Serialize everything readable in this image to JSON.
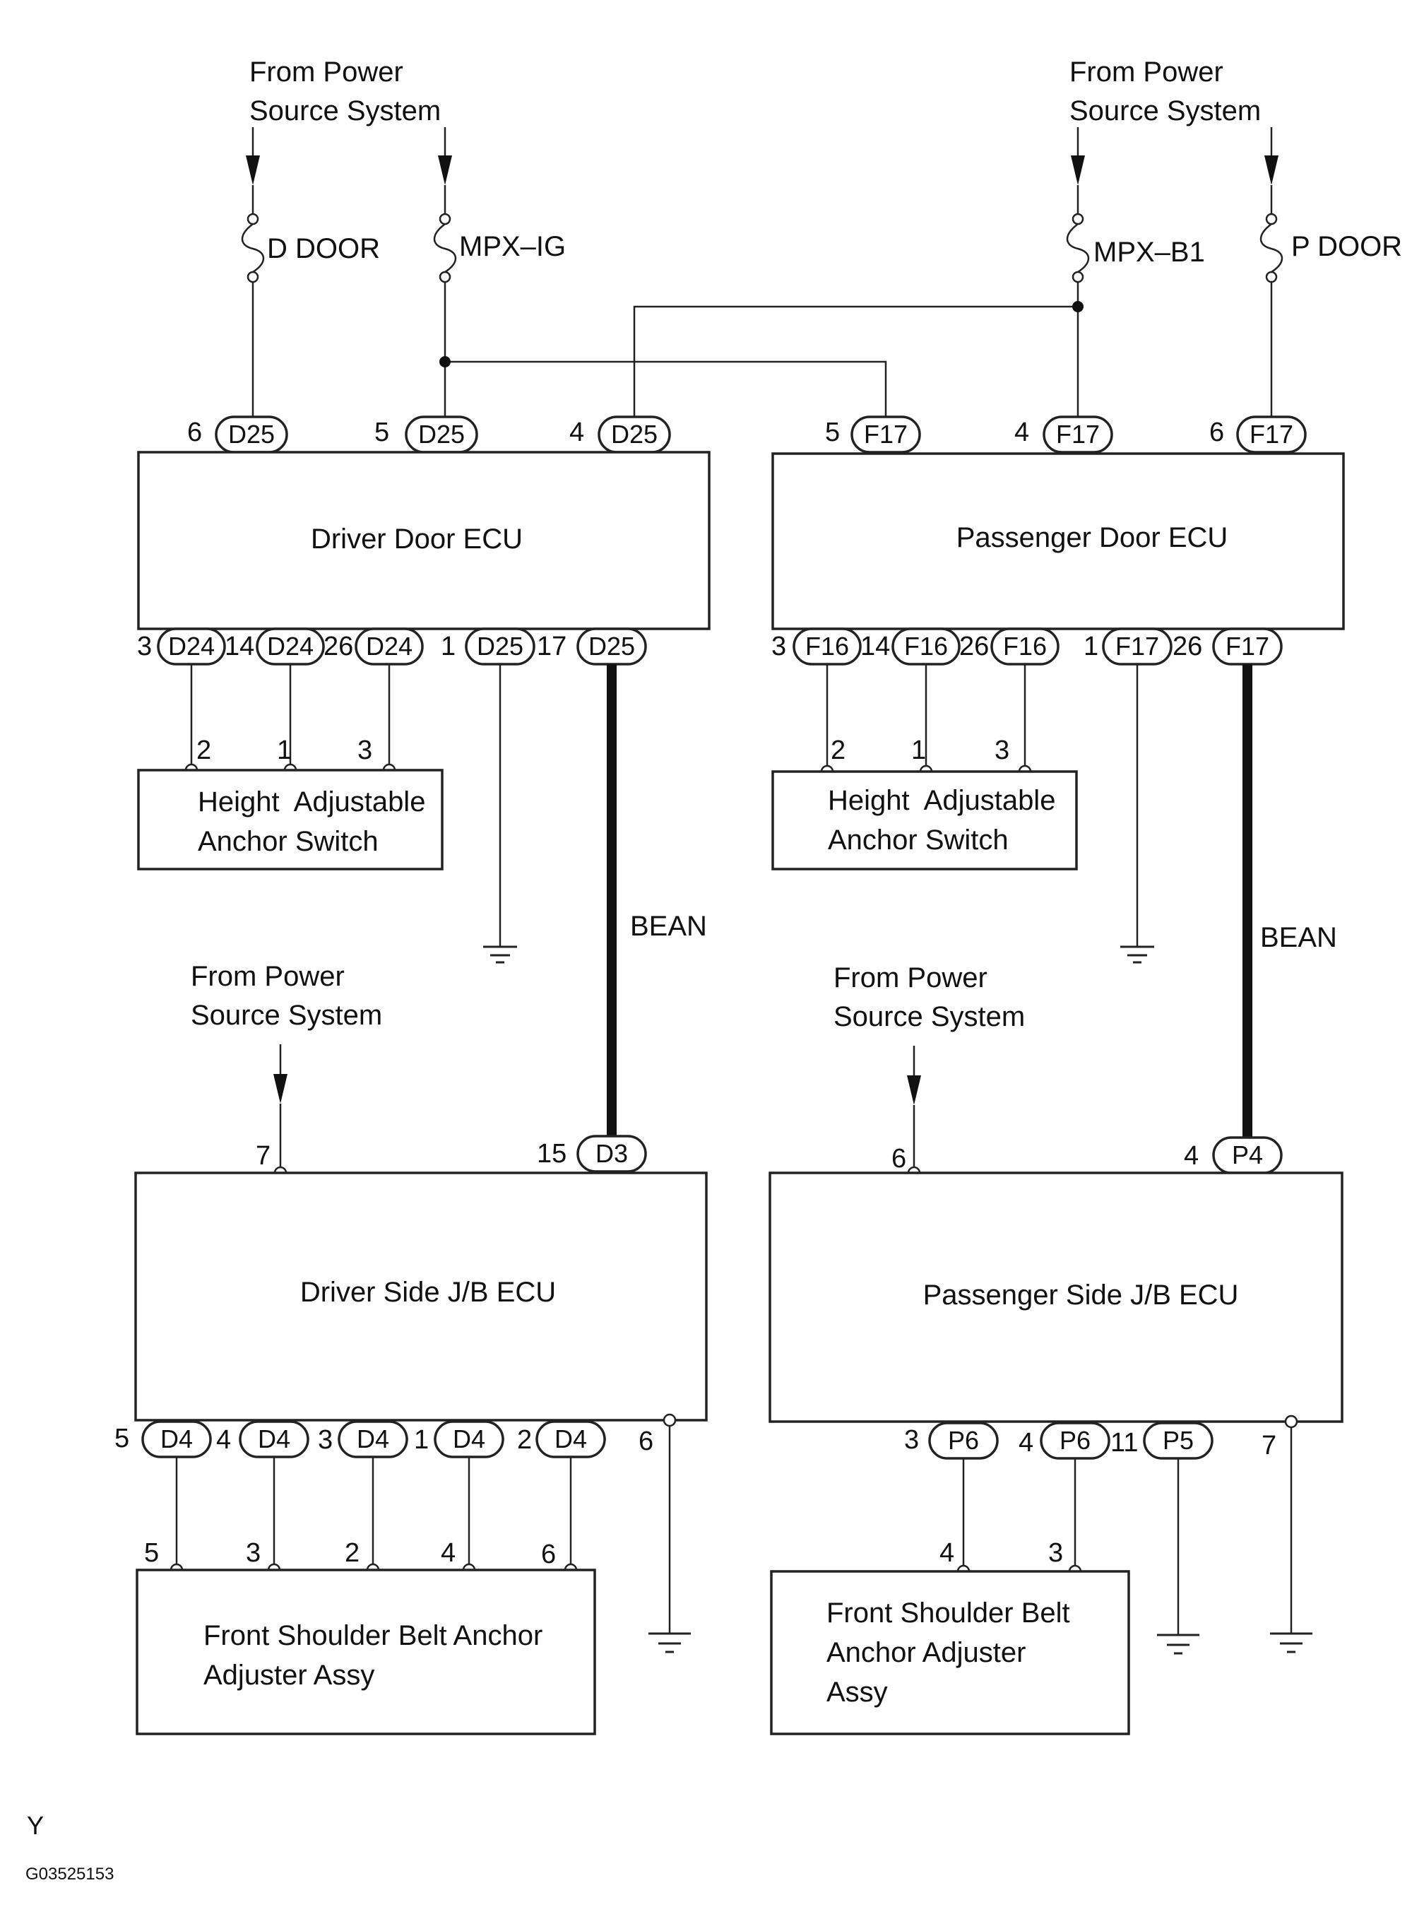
{
  "sources": {
    "top_left": [
      "From Power",
      "Source System"
    ],
    "top_right": [
      "From Power",
      "Source System"
    ],
    "mid_left": [
      "From Power",
      "Source System"
    ],
    "mid_right": [
      "From Power",
      "Source System"
    ]
  },
  "fuses": {
    "d_door": "D DOOR",
    "mpx_ig": "MPX–IG",
    "mpx_b1": "MPX–B1",
    "p_door": "P DOOR"
  },
  "boxes": {
    "driver_door_ecu": "Driver Door ECU",
    "passenger_door_ecu": "Passenger Door ECU",
    "height_switch_left": [
      "Height  Adjustable",
      "Anchor Switch"
    ],
    "height_switch_right": [
      "Height  Adjustable",
      "Anchor Switch"
    ],
    "driver_jb_ecu": "Driver Side J/B ECU",
    "passenger_jb_ecu": "Passenger Side J/B ECU",
    "belt_adjuster_left": [
      "Front Shoulder Belt Anchor",
      "Adjuster Assy"
    ],
    "belt_adjuster_right": [
      "Front Shoulder Belt",
      "Anchor Adjuster",
      "Assy"
    ]
  },
  "connectors_top": {
    "d25_a": {
      "pin": "6",
      "name": "D25"
    },
    "d25_b": {
      "pin": "5",
      "name": "D25"
    },
    "d25_c": {
      "pin": "4",
      "name": "D25"
    },
    "f17_a": {
      "pin": "5",
      "name": "F17"
    },
    "f17_b": {
      "pin": "4",
      "name": "F17"
    },
    "f17_c": {
      "pin": "6",
      "name": "F17"
    }
  },
  "connectors_driver_bottom": [
    {
      "pin": "3",
      "name": "D24"
    },
    {
      "pin": "14",
      "name": "D24"
    },
    {
      "pin": "26",
      "name": "D24"
    },
    {
      "pin": "1",
      "name": "D25"
    },
    {
      "pin": "17",
      "name": "D25"
    }
  ],
  "connectors_passenger_bottom": [
    {
      "pin": "3",
      "name": "F16"
    },
    {
      "pin": "14",
      "name": "F16"
    },
    {
      "pin": "26",
      "name": "F16"
    },
    {
      "pin": "1",
      "name": "F17"
    },
    {
      "pin": "26",
      "name": "F17"
    }
  ],
  "switch_pins_left": [
    "2",
    "1",
    "3"
  ],
  "switch_pins_right": [
    "2",
    "1",
    "3"
  ],
  "bean_labels": {
    "left": "BEAN",
    "right": "BEAN"
  },
  "jb_top": {
    "driver_power_pin": "7",
    "driver_bean": {
      "pin": "15",
      "name": "D3"
    },
    "passenger_power_pin": "6",
    "passenger_bean": {
      "pin": "4",
      "name": "P4"
    }
  },
  "driver_jb_bottom": [
    {
      "pin": "5",
      "name": "D4"
    },
    {
      "pin": "4",
      "name": "D4"
    },
    {
      "pin": "3",
      "name": "D4"
    },
    {
      "pin": "1",
      "name": "D4"
    },
    {
      "pin": "2",
      "name": "D4"
    }
  ],
  "driver_jb_ground_pin": "6",
  "passenger_jb_bottom": [
    {
      "pin": "3",
      "name": "P6"
    },
    {
      "pin": "4",
      "name": "P6"
    },
    {
      "pin": "11",
      "name": "P5"
    }
  ],
  "passenger_jb_ground_pin": "7",
  "adjuster_pins_left": [
    "5",
    "3",
    "2",
    "4",
    "6"
  ],
  "adjuster_pins_right": [
    "4",
    "3"
  ],
  "footer": {
    "mark": "Y",
    "code": "G03525153"
  }
}
